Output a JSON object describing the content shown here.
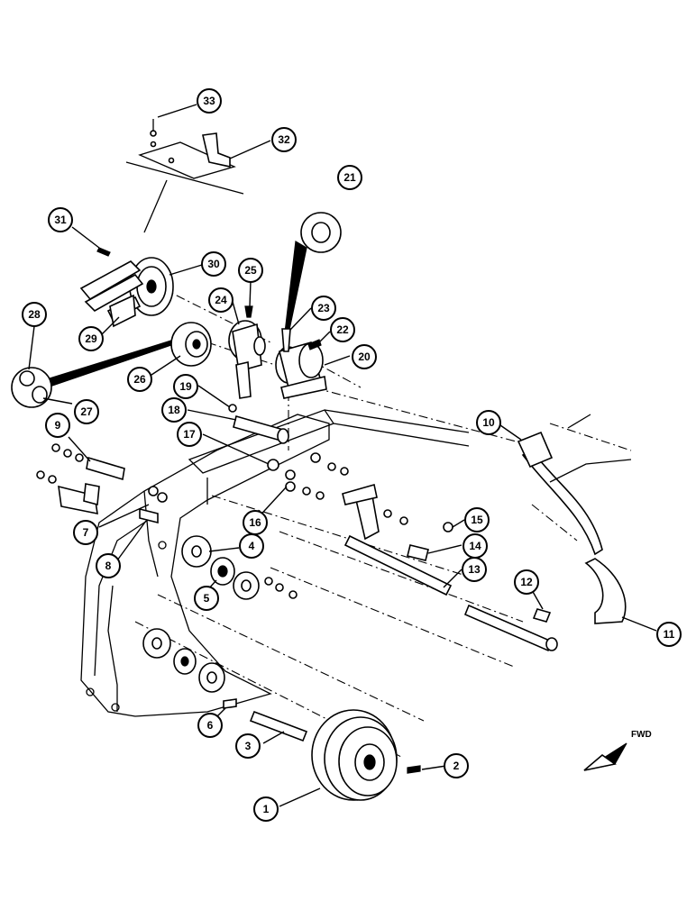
{
  "diagram": {
    "callouts": [
      "1",
      "2",
      "3",
      "4",
      "5",
      "6",
      "7",
      "8",
      "9",
      "10",
      "11",
      "12",
      "13",
      "14",
      "15",
      "16",
      "17",
      "18",
      "19",
      "20",
      "21",
      "22",
      "23",
      "24",
      "25",
      "26",
      "27",
      "28",
      "29",
      "30",
      "31",
      "32",
      "33"
    ],
    "direction_label": "FWD"
  }
}
